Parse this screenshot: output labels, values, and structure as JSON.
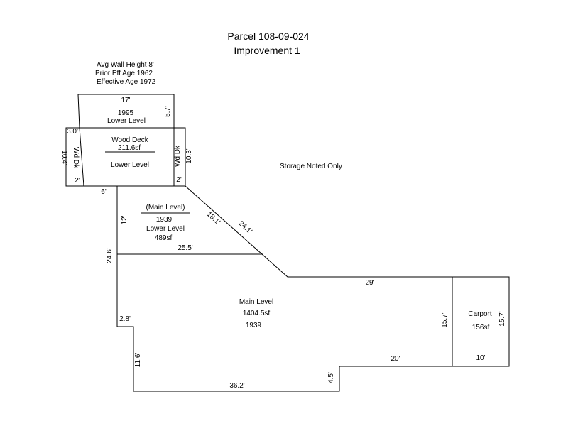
{
  "header": {
    "parcel": "Parcel 108-09-024",
    "improvement": "Improvement 1"
  },
  "notes": {
    "wall_height": "Avg Wall Height 8'",
    "prior_eff_age": "Prior Eff Age 1962",
    "effective_age": "Effective Age 1972",
    "storage": "Storage Noted Only"
  },
  "areas": {
    "upper_lower_level": {
      "year": "1995",
      "name": "Lower Level"
    },
    "wood_deck": {
      "name": "Wood Deck",
      "area": "211.6sf",
      "sub": "Lower Level"
    },
    "wd_dk_label": "Wd Dk",
    "main_lower": {
      "level": "(Main Level)",
      "year": "1939",
      "name": "Lower Level",
      "area": "489sf"
    },
    "main_level": {
      "name": "Main Level",
      "area": "1404.5sf",
      "year": "1939"
    },
    "carport": {
      "name": "Carport",
      "area": "156sf"
    }
  },
  "dimensions": {
    "top_width": "17'",
    "top_right": "5.7'",
    "deck_left_top": "3.0'",
    "deck_left_side": "10.4'",
    "deck_left_bottom": "2'",
    "deck_right_side": "10.3'",
    "deck_right_bottom": "2'",
    "step_6": "6'",
    "left_12": "12'",
    "diag_18": "18.1'",
    "diag_24": "24.1'",
    "width_25": "25.5'",
    "left_24": "24.6'",
    "main_top_29": "29'",
    "left_2_8": "2.8'",
    "left_11_6": "11.6'",
    "bottom_36": "36.2'",
    "notch_4_5": "4.5'",
    "bottom_20": "20'",
    "carport_left": "15.7'",
    "carport_right": "15.7'",
    "carport_bottom": "10'"
  }
}
